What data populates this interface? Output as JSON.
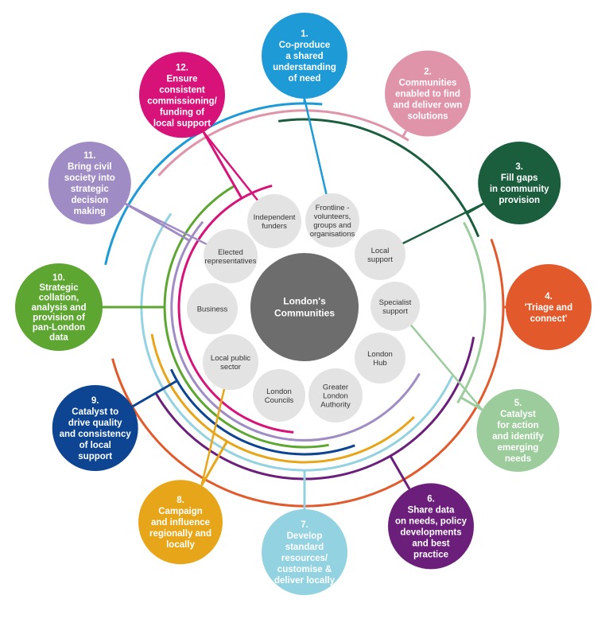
{
  "center": {
    "lines": [
      "London's",
      "Communities"
    ],
    "color": "#6d6d6d"
  },
  "outer_nodes": [
    {
      "id": 1,
      "lines": [
        "1.",
        "Co-produce",
        "a shared",
        "understanding",
        "of need"
      ],
      "color": "#1e9ad6"
    },
    {
      "id": 2,
      "lines": [
        "2.",
        "Communities",
        "enabled to find",
        "and deliver own",
        "solutions"
      ],
      "color": "#e094aa"
    },
    {
      "id": 3,
      "lines": [
        "3.",
        "Fill gaps",
        "in community",
        "provision"
      ],
      "color": "#1a5e3e"
    },
    {
      "id": 4,
      "lines": [
        "4.",
        "'Triage and",
        "connect'"
      ],
      "color": "#e25a2c"
    },
    {
      "id": 5,
      "lines": [
        "5.",
        "Catalyst",
        "for action",
        "and identify",
        "emerging",
        "needs"
      ],
      "color": "#9ccc9c"
    },
    {
      "id": 6,
      "lines": [
        "6.",
        "Share data",
        "on needs, policy",
        "developments",
        "and best",
        "practice"
      ],
      "color": "#6b1f7a"
    },
    {
      "id": 7,
      "lines": [
        "7.",
        "Develop",
        "standard",
        "resources/",
        "customise &",
        "deliver locally"
      ],
      "color": "#93d2e0"
    },
    {
      "id": 8,
      "lines": [
        "8.",
        "Campaign",
        "and influence",
        "regionally and",
        "locally"
      ],
      "color": "#e7a619"
    },
    {
      "id": 9,
      "lines": [
        "9.",
        "Catalyst to",
        "drive quality",
        "and consistency",
        "of local",
        "support"
      ],
      "color": "#0e4593"
    },
    {
      "id": 10,
      "lines": [
        "10.",
        "Strategic",
        "collation,",
        "analysis and",
        "provision of",
        "pan-London",
        "data"
      ],
      "color": "#5ea632"
    },
    {
      "id": 11,
      "lines": [
        "11.",
        "Bring civil",
        "society into",
        "strategic",
        "decision",
        "making"
      ],
      "color": "#a08cc4"
    },
    {
      "id": 12,
      "lines": [
        "12.",
        "Ensure",
        "consistent",
        "commissioning/",
        "funding of",
        "local support"
      ],
      "color": "#d7137a"
    }
  ],
  "inner_nodes": [
    {
      "lines": [
        "Frontline -",
        "volunteers,",
        "groups and",
        "organisations"
      ]
    },
    {
      "lines": [
        "Local",
        "support"
      ]
    },
    {
      "lines": [
        "Specialist",
        "support"
      ]
    },
    {
      "lines": [
        "London",
        "Hub"
      ]
    },
    {
      "lines": [
        "Greater",
        "London",
        "Authority"
      ]
    },
    {
      "lines": [
        "London",
        "Councils"
      ]
    },
    {
      "lines": [
        "Local public",
        "sector"
      ]
    },
    {
      "lines": [
        "Business"
      ]
    },
    {
      "lines": [
        "Elected",
        "representatives"
      ]
    },
    {
      "lines": [
        "Independent",
        "funders"
      ]
    }
  ],
  "inner_node_color": "#e3e3e3"
}
